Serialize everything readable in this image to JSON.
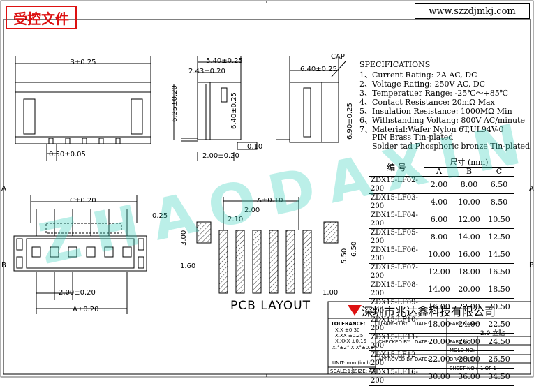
{
  "header": {
    "stamp": "受控文件",
    "website": "www.szzdjmkj.com"
  },
  "watermark": "ZHAODAXIN",
  "dimensions": {
    "b_025": "B±0.25",
    "d_540": "5.40±0.25",
    "d_243": "2.43±0.20",
    "d_625": "6.25±0.20",
    "d_640": "6.40±0.25",
    "d_200_top": "2.00±0.20",
    "d_050": "0.50±0.05",
    "d_010": "0.10",
    "cap": "CAP",
    "d_640b": "6.40±0.25",
    "d_690": "6.90±0.25",
    "c_020": "C±0.20",
    "d_025": "0.25",
    "d_200_bot": "2.00±0.20",
    "a_020": "A±0.20",
    "a_010": "A±0.10",
    "p_200": "2.00",
    "p_210": "2.10",
    "p_300": "3.00",
    "p_160": "1.60",
    "p_550": "5.50",
    "p_650": "6.50",
    "p_100": "1.00"
  },
  "specs": {
    "title": "SPECIFICATIONS",
    "lines": [
      "1、Current Rating: 2A AC, DC",
      "2、Voltage Rating: 250V AC, DC",
      "3、Temperatuer Range: -25℃～+85℃",
      "4、Contact Resistance: 20mΩ Max",
      "5、Insulation Resistance: 1000MΩ Min",
      "6、Withstanding Voltang: 800V AC/minute",
      "7、Material:Wafer Nylon 6T,UL94V-0",
      "PIN Brass Tin-plated",
      "Solder tad Phosphoric bronze Tin-plated"
    ]
  },
  "table": {
    "col_code": "编  号",
    "col_size": "尺寸 (mm)",
    "col_a": "A",
    "col_b": "B",
    "col_c": "C",
    "rows": [
      {
        "pn": "ZDX15-LF02-200",
        "a": "2.00",
        "b": "8.00",
        "c": "6.50"
      },
      {
        "pn": "ZDX15-LF03-200",
        "a": "4.00",
        "b": "10.00",
        "c": "8.50"
      },
      {
        "pn": "ZDX15-LF04-200",
        "a": "6.00",
        "b": "12.00",
        "c": "10.50"
      },
      {
        "pn": "ZDX15-LF05-200",
        "a": "8.00",
        "b": "14.00",
        "c": "12.50"
      },
      {
        "pn": "ZDX15-LF06-200",
        "a": "10.00",
        "b": "16.00",
        "c": "14.50"
      },
      {
        "pn": "ZDX15-LF07-200",
        "a": "12.00",
        "b": "18.00",
        "c": "16.50"
      },
      {
        "pn": "ZDX15-LF08-200",
        "a": "14.00",
        "b": "20.00",
        "c": "18.50"
      },
      {
        "pn": "ZDX15-LF09-200",
        "a": "16.00",
        "b": "22.00",
        "c": "20.50"
      },
      {
        "pn": "ZDX15-LF10-200",
        "a": "18.00",
        "b": "24.00",
        "c": "22.50"
      },
      {
        "pn": "ZDX15-LF11-200",
        "a": "20.00",
        "b": "26.00",
        "c": "24.50"
      },
      {
        "pn": "ZDX15-LF12-200",
        "a": "22.00",
        "b": "28.00",
        "c": "26.50"
      },
      {
        "pn": "ZDX15-LF16-200",
        "a": "30.00",
        "b": "36.00",
        "c": "34.50"
      }
    ]
  },
  "pcb_layout": "PCB LAYOUT",
  "title_block": {
    "company": "深圳市兆达鑫科技有限公司",
    "tolerance": "TOLERANCE:",
    "tol1": "X.X   ±0.30",
    "tol2": "X.XX  ±0.25",
    "tol3": "X.XXX ±0.15",
    "tol_ang": "X.°±2°   X.X°±0.5°",
    "unit": "UNIT: mm (inch)",
    "scale": "SCALE:1:1",
    "size": "SIZE: A4",
    "drawn_by": "DRAWED BY:",
    "checked_by": "CHECKED BY:",
    "approved_by": "APPROVED BY:",
    "date1": "DATE:",
    "date2": "DATE:",
    "date3": "DATE:",
    "part_name": "PART NAME:",
    "part_value": "2.0 立贴",
    "part_no": "PART NO:",
    "mold_no": "MOLD NO:",
    "draw_no": "DRAW NO:",
    "sheet_no": "SHEET NO.:",
    "sheet_value": "1 OF 1"
  },
  "margin_marks": {
    "a": "A",
    "b": "B"
  }
}
